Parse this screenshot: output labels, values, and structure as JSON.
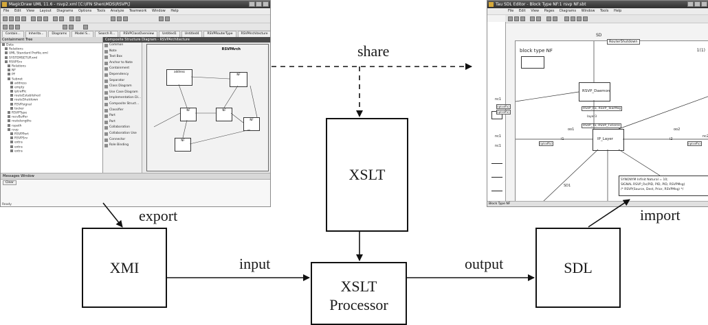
{
  "diagram": {
    "nodes": {
      "xmi": "XMI",
      "xslt": "XSLT",
      "processor_line1": "XSLT",
      "processor_line2": "Processor",
      "sdl": "SDL"
    },
    "edges": {
      "share": "share",
      "export": "export",
      "input": "input",
      "output": "output",
      "import": "import"
    }
  },
  "magicdraw": {
    "title": "MagicDraw UML 11.6 - rsvp2.xml [C:\\IFN Shen\\MDS\\RSVP\\]",
    "menu": [
      "File",
      "Edit",
      "View",
      "Layout",
      "Diagrams",
      "Options",
      "Tools",
      "Analyze",
      "Teamwork",
      "Window",
      "Help"
    ],
    "tabs": [
      "Contain...",
      "Inherita...",
      "Diagrams",
      "Model S...",
      "Search R...",
      "RSVPClassOverview",
      "Untitled1",
      "Untitled4",
      "RSVPRouterType",
      "RSVPArchitecture"
    ],
    "tree_header": "Containment Tree",
    "tree_items": [
      "Data",
      "Relations",
      "UML Standard Profile.xml",
      "SYSTEMSETUP.xml",
      "RSVPSrv",
      "Relations",
      "NF",
      "PF",
      "Subnet",
      "address",
      "empty",
      "iptraffic",
      "routeEstablished",
      "routeShutdown",
      "RSVPsignal",
      "tocker",
      "RSVPType",
      "recvBuffer",
      "routelengths",
      "rspath",
      "rsvp",
      "RSVPPort",
      "RSVPSrv",
      "extra",
      "extra",
      "extra"
    ],
    "diagram_header": "Composite Structure Diagram - RSVPArchitecture",
    "palette_items": [
      "Common",
      "Note",
      "Text Box",
      "Anchor to Note",
      "Containment",
      "Dependency",
      "Separator",
      "Class Diagram",
      "Use Case Diagram",
      "Implementation Di...",
      "Composite Struct...",
      "Classifier",
      "Part",
      "Port",
      "Collaboration",
      "Collaboration Use",
      "Connector",
      "Role Binding"
    ],
    "frame_title": "RSVPArch",
    "parts": [
      "address",
      "NF",
      "NF",
      "NF",
      "NF",
      "NF"
    ],
    "messages_header": "Messages Window",
    "clear_button": "Clear",
    "status": "Ready"
  },
  "sdl_editor": {
    "title": "Tau SDL Editor - Block Type NF:1 rsvp NF.sbt",
    "menu": [
      "File",
      "Edit",
      "View",
      "Pages",
      "Diagrams",
      "Window",
      "Tools",
      "Help"
    ],
    "block_title": "block type NF",
    "page_number": "1(1)",
    "labels": {
      "sd": "SD",
      "router_shutdown": "RouterShutdown",
      "rsvp_daemon": "RSVP_Daemon",
      "rsvp_rx": "RSVP_Rx, RSVP_TearMsg",
      "layer3": "layer3",
      "rsvp_tx": "RSVP_Tx, RSVP_TxForce",
      "ip_layer": "IP_Layer",
      "oo1": "oo1",
      "oo2": "oo2",
      "i1": "i1",
      "i2": "i2",
      "nc1a": "nc1",
      "nc1b": "nc1",
      "nc1c": "nc1",
      "nc2": "nc2",
      "iptraffic1": "(iptraffic)",
      "iptraffic2": "(iptraffic)",
      "iptraffic3": "(iptraffic)",
      "iptraffic4": "(iptraffic)",
      "sd1": "SD1",
      "synonym": "SYNONYM Infinit Natural = 10;",
      "signal": "SIGNAL RSVP_Rx(PID, PID, PID, RSVPMsg)",
      "comment": "/* RSVP(Source, Dest, Prior, RSVPMsg) */",
      "status": "Block Type NF"
    }
  },
  "colors": {
    "line": "#111111",
    "box_border": "#111111"
  }
}
